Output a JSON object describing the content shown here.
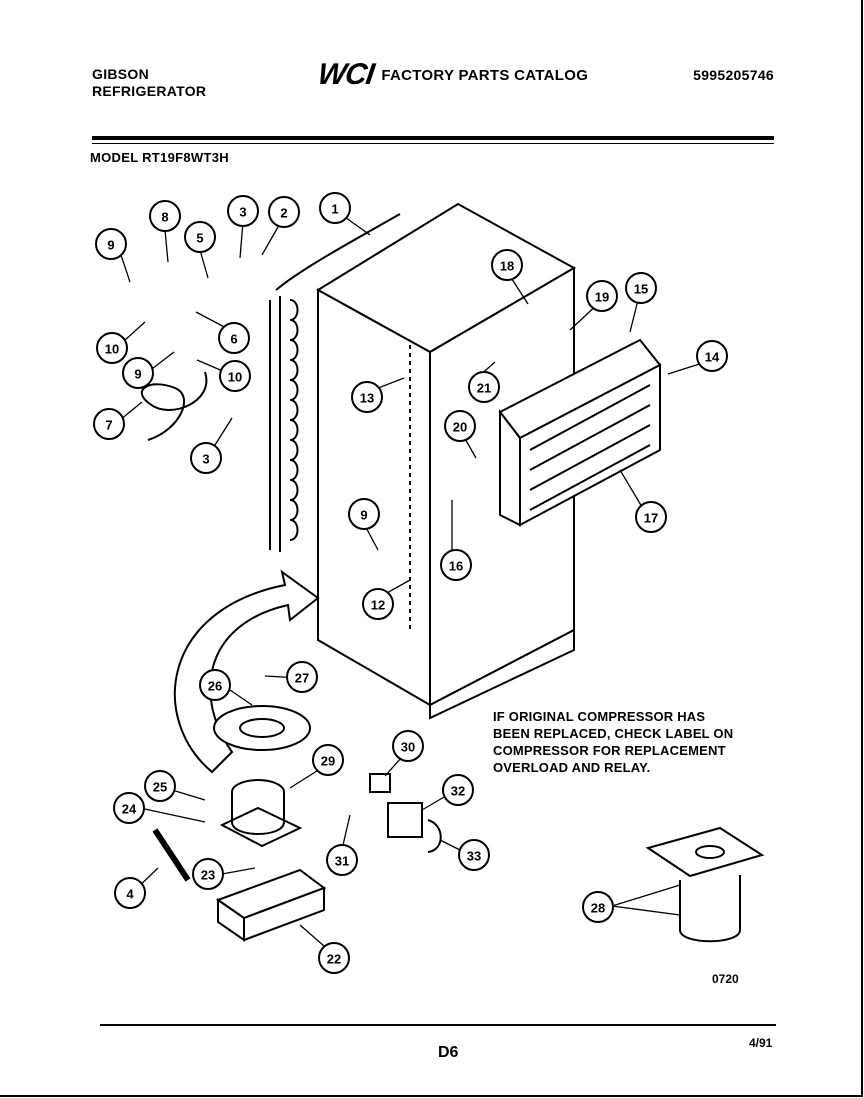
{
  "header": {
    "brand_line1": "GIBSON",
    "brand_line2": "REFRIGERATOR",
    "logo": "WCI",
    "catalog_title": "FACTORY PARTS CATALOG",
    "part_number": "5995205746",
    "model": "MODEL RT19F8WT3H"
  },
  "note": "IF ORIGINAL COMPRESSOR HAS\nBEEN REPLACED, CHECK LABEL ON\nCOMPRESSOR FOR REPLACEMENT\nOVERLOAD AND RELAY.",
  "figure_code": "0720",
  "footer": {
    "page": "D6",
    "date": "4/91"
  },
  "callouts": [
    "1",
    "2",
    "3",
    "3",
    "4",
    "5",
    "6",
    "7",
    "8",
    "9",
    "9",
    "9",
    "10",
    "10",
    "12",
    "13",
    "14",
    "15",
    "16",
    "17",
    "18",
    "19",
    "20",
    "21",
    "22",
    "23",
    "24",
    "25",
    "26",
    "27",
    "28",
    "29",
    "30",
    "31",
    "32",
    "33"
  ]
}
